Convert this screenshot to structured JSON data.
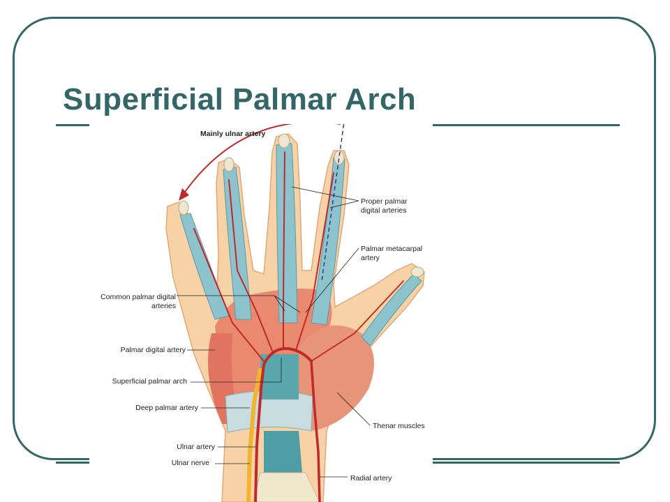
{
  "slide": {
    "title": "Superficial Palmar Arch"
  },
  "figure": {
    "labels": {
      "mainly_ulnar": "Mainly ulnar artery",
      "proper_palmar_1": "Proper palmar",
      "proper_palmar_2": "digital arteries",
      "palmar_metacarpal_1": "Palmar metacarpal",
      "palmar_metacarpal_2": "artery",
      "common_palmar_1": "Common palmar digital",
      "common_palmar_2": "arteries",
      "palmar_digital": "Palmar digital artery",
      "superficial_arch": "Superficial palmar arch",
      "deep_palmar": "Deep palmar artery",
      "thenar": "Thenar muscles",
      "ulnar_artery": "Ulnar artery",
      "ulnar_nerve": "Ulnar nerve",
      "radial_artery": "Radial artery"
    },
    "colors": {
      "skin": "#f6d2a6",
      "muscle": "#e8826a",
      "tendon": "#8cc3cc",
      "artery": "#c0282a",
      "nerve": "#f0b430",
      "arrow": "#c0282a",
      "dashed_line": "#2a3c8c"
    }
  }
}
